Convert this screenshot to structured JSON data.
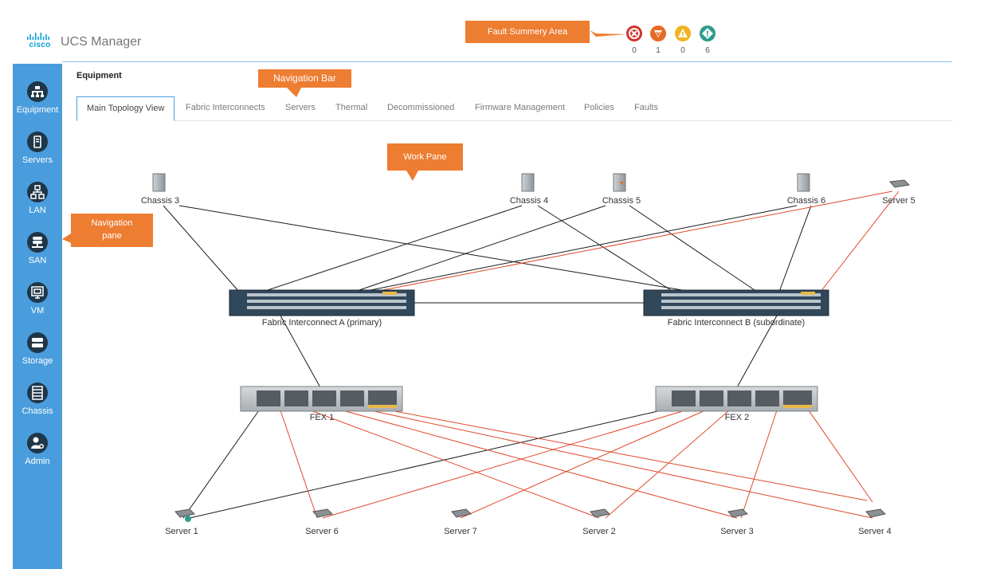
{
  "header": {
    "logo_text": "cisco",
    "app_title": "UCS Manager"
  },
  "faults": [
    {
      "name": "critical",
      "count": "0",
      "color": "#d0342c"
    },
    {
      "name": "major",
      "count": "1",
      "color": "#e36b25"
    },
    {
      "name": "minor",
      "count": "0",
      "color": "#f0b323"
    },
    {
      "name": "warning",
      "count": "6",
      "color": "#2d9c8c"
    }
  ],
  "sidebar": {
    "items": [
      {
        "label": "Equipment",
        "icon": "equipment-icon"
      },
      {
        "label": "Servers",
        "icon": "servers-icon"
      },
      {
        "label": "LAN",
        "icon": "lan-icon"
      },
      {
        "label": "SAN",
        "icon": "san-icon"
      },
      {
        "label": "VM",
        "icon": "vm-icon"
      },
      {
        "label": "Storage",
        "icon": "storage-icon"
      },
      {
        "label": "Chassis",
        "icon": "chassis-icon"
      },
      {
        "label": "Admin",
        "icon": "admin-icon"
      }
    ]
  },
  "main": {
    "section_title": "Equipment",
    "tabs": [
      {
        "label": "Main Topology View"
      },
      {
        "label": "Fabric Interconnects"
      },
      {
        "label": "Servers"
      },
      {
        "label": "Thermal"
      },
      {
        "label": "Decommissioned"
      },
      {
        "label": "Firmware Management"
      },
      {
        "label": "Policies"
      },
      {
        "label": "Faults"
      }
    ]
  },
  "callouts": {
    "fault_summary": "Fault Summery Area",
    "navigation_bar": "Navigation Bar",
    "work_pane": "Work Pane",
    "navigation_pane_line1": "Navigation",
    "navigation_pane_line2": "pane"
  },
  "topology": {
    "chassis": [
      "Chassis 3",
      "Chassis 4",
      "Chassis 5",
      "Chassis 6"
    ],
    "server5": "Server 5",
    "fabric_a": "Fabric Interconnect A (primary)",
    "fabric_b": "Fabric Interconnect B (subordinate)",
    "fex": [
      "FEX 1",
      "FEX 2"
    ],
    "servers": [
      "Server 1",
      "Server 6",
      "Server 7",
      "Server 2",
      "Server 3",
      "Server 4"
    ],
    "link_colors": {
      "normal": "#1a1a1a",
      "fault": "#e0492a"
    }
  }
}
